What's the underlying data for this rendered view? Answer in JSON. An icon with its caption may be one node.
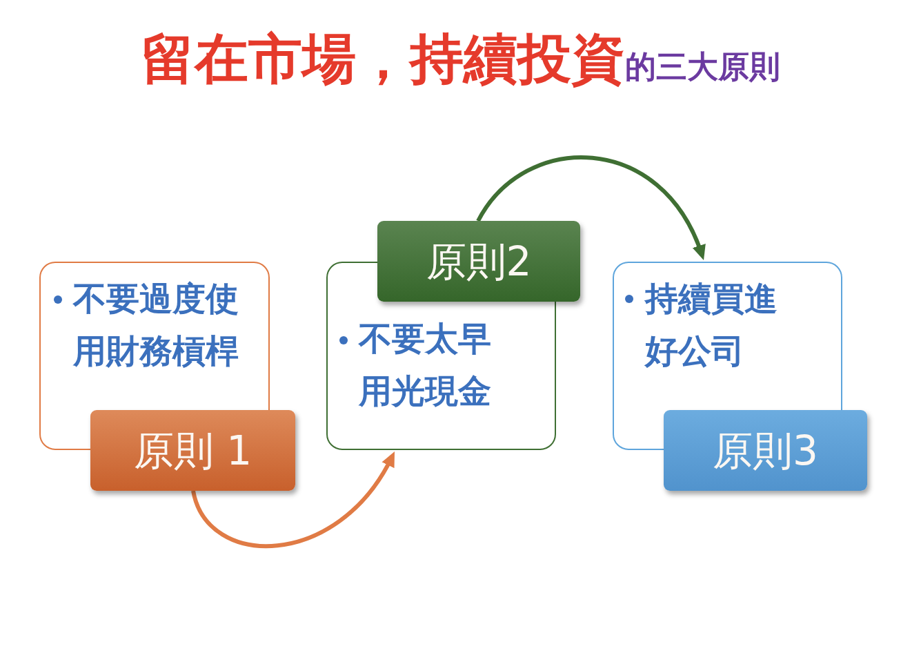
{
  "diagram": {
    "title": "**留在市場，持續投資**的三大原則",
    "nodes": [
      {
        "text": [
          "不要過度使用財務槓桿"
        ]
      },
      {
        "text": [
          "原則 1"
        ]
      },
      {
        "text": [
          "原則2"
        ]
      },
      {
        "text": [
          "不要太早用光現金"
        ]
      },
      {
        "text": [
          "持續買進好公司"
        ]
      },
      {
        "text": [
          "原則3"
        ]
      }
    ],
    "edges": [
      {
        "from": 1,
        "to": 3,
        "arrow": "to",
        "color": "#e07b45"
      },
      {
        "from": 2,
        "to": 4,
        "arrow": "to",
        "color": "#3f6f33"
      }
    ]
  }
}
